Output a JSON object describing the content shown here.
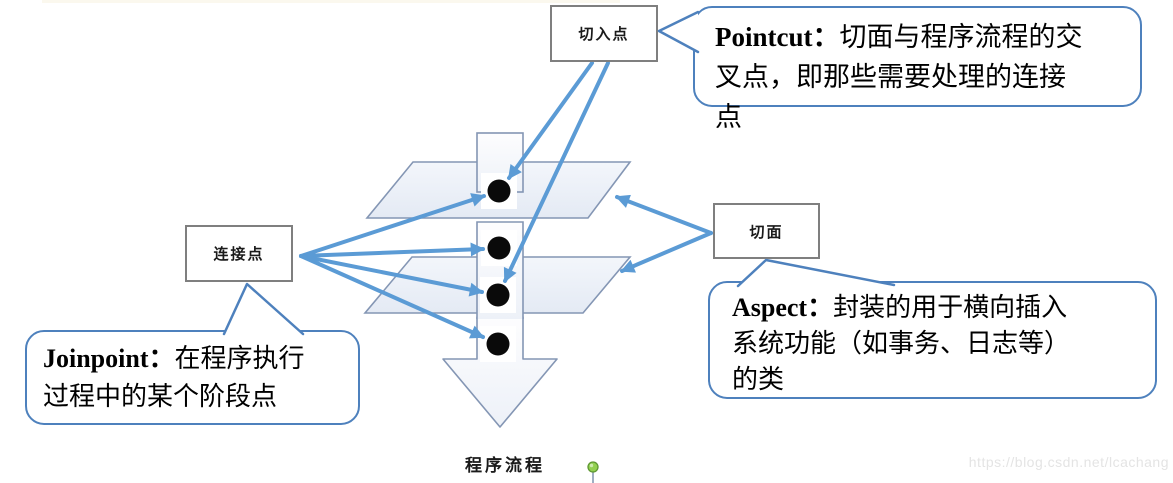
{
  "boxes": {
    "pointcut": {
      "label": "切入点"
    },
    "joinpoint": {
      "label": "连接点"
    },
    "aspect": {
      "label": "切面"
    }
  },
  "callouts": {
    "pointcut": {
      "term": "Pointcut：",
      "desc": "切面与程序流程的交叉点，即那些需要处理的连接点"
    },
    "joinpoint": {
      "term": "Joinpoint：",
      "desc": "在程序执行过程中的某个阶段点"
    },
    "aspect": {
      "term": "Aspect：",
      "desc": "封装的用于横向插入系统功能（如事务、日志等）的类"
    }
  },
  "labels": {
    "program_flow": "程序流程"
  },
  "watermark": {
    "text": "https://blog.csdn.net/lcachang"
  },
  "icons": {
    "pin": "green-map-pin-icon",
    "dots": "joinpoint-dot",
    "big_arrow": "program-flow-arrow"
  },
  "colors": {
    "connector_arrow": "#5B9BD5",
    "callout_border": "#4E81BD",
    "box_border": "#7F7F7F",
    "plane_border": "#8496B4",
    "pin_green": "#92D050",
    "dot_black": "#0a0a0a",
    "watermark_gray": "#e4e4e4"
  }
}
